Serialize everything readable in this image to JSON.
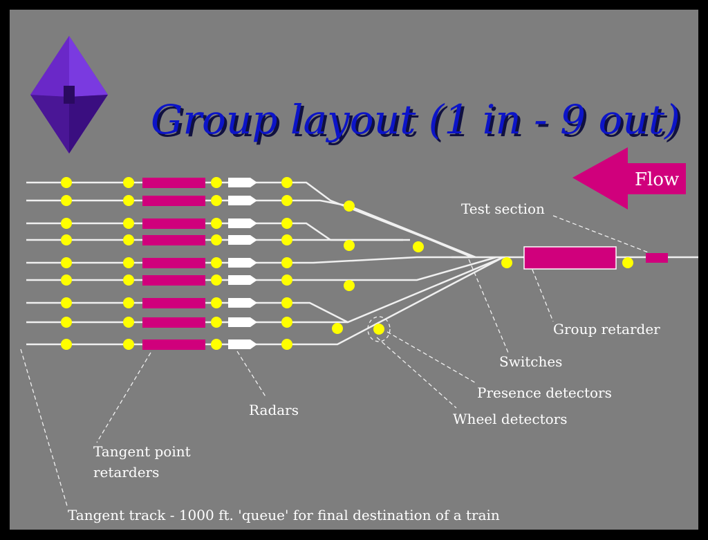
{
  "title": "Group layout (1 in - 9 out)",
  "flow_label": "Flow",
  "labels": {
    "test_section": "Test section",
    "group_retarder": "Group retarder",
    "switches": "Switches",
    "presence_detectors": "Presence detectors",
    "wheel_detectors": "Wheel detectors",
    "radars": "Radars",
    "tangent_point_retarders_line1": "Tangent point",
    "tangent_point_retarders_line2": "retarders",
    "tangent_track": "Tangent track - 1000 ft. 'queue' for final destination of a train"
  },
  "colors": {
    "background": "#7e7e7e",
    "title": "#0c14c8",
    "retarder": "#d0007c",
    "detector": "#ffff00",
    "radar": "#ffffff",
    "logo": "#5a1ab4"
  },
  "track_count": 9
}
